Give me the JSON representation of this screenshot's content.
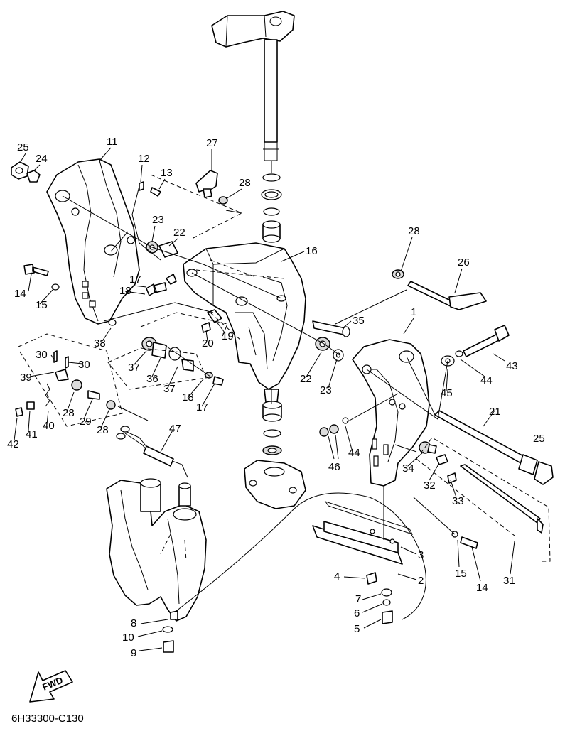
{
  "diagram": {
    "code": "6H33300-C130",
    "fwd_label": "FWD",
    "callouts": {
      "c1": "1",
      "c2": "2",
      "c3": "3",
      "c4": "4",
      "c5": "5",
      "c6": "6",
      "c7": "7",
      "c8": "8",
      "c9": "9",
      "c10": "10",
      "c11": "11",
      "c12": "12",
      "c13": "13",
      "c14a": "14",
      "c14b": "14",
      "c15a": "15",
      "c15b": "15",
      "c16": "16",
      "c17a": "17",
      "c17b": "17",
      "c18a": "18",
      "c18b": "18",
      "c19": "19",
      "c20": "20",
      "c21": "21",
      "c22a": "22",
      "c22b": "22",
      "c23a": "23",
      "c23b": "23",
      "c24": "24",
      "c25a": "25",
      "c25b": "25",
      "c26": "26",
      "c27": "27",
      "c28a": "28",
      "c28b": "28",
      "c28c": "28",
      "c28d": "28",
      "c29": "29",
      "c30a": "30",
      "c30b": "30",
      "c31": "31",
      "c32": "32",
      "c33": "33",
      "c34": "34",
      "c35": "35",
      "c36": "36",
      "c37a": "37",
      "c37b": "37",
      "c38": "38",
      "c39": "39",
      "c40": "40",
      "c41": "41",
      "c42": "42",
      "c43": "43",
      "c44a": "44",
      "c44b": "44",
      "c45": "45",
      "c46": "46",
      "c47": "47"
    }
  }
}
